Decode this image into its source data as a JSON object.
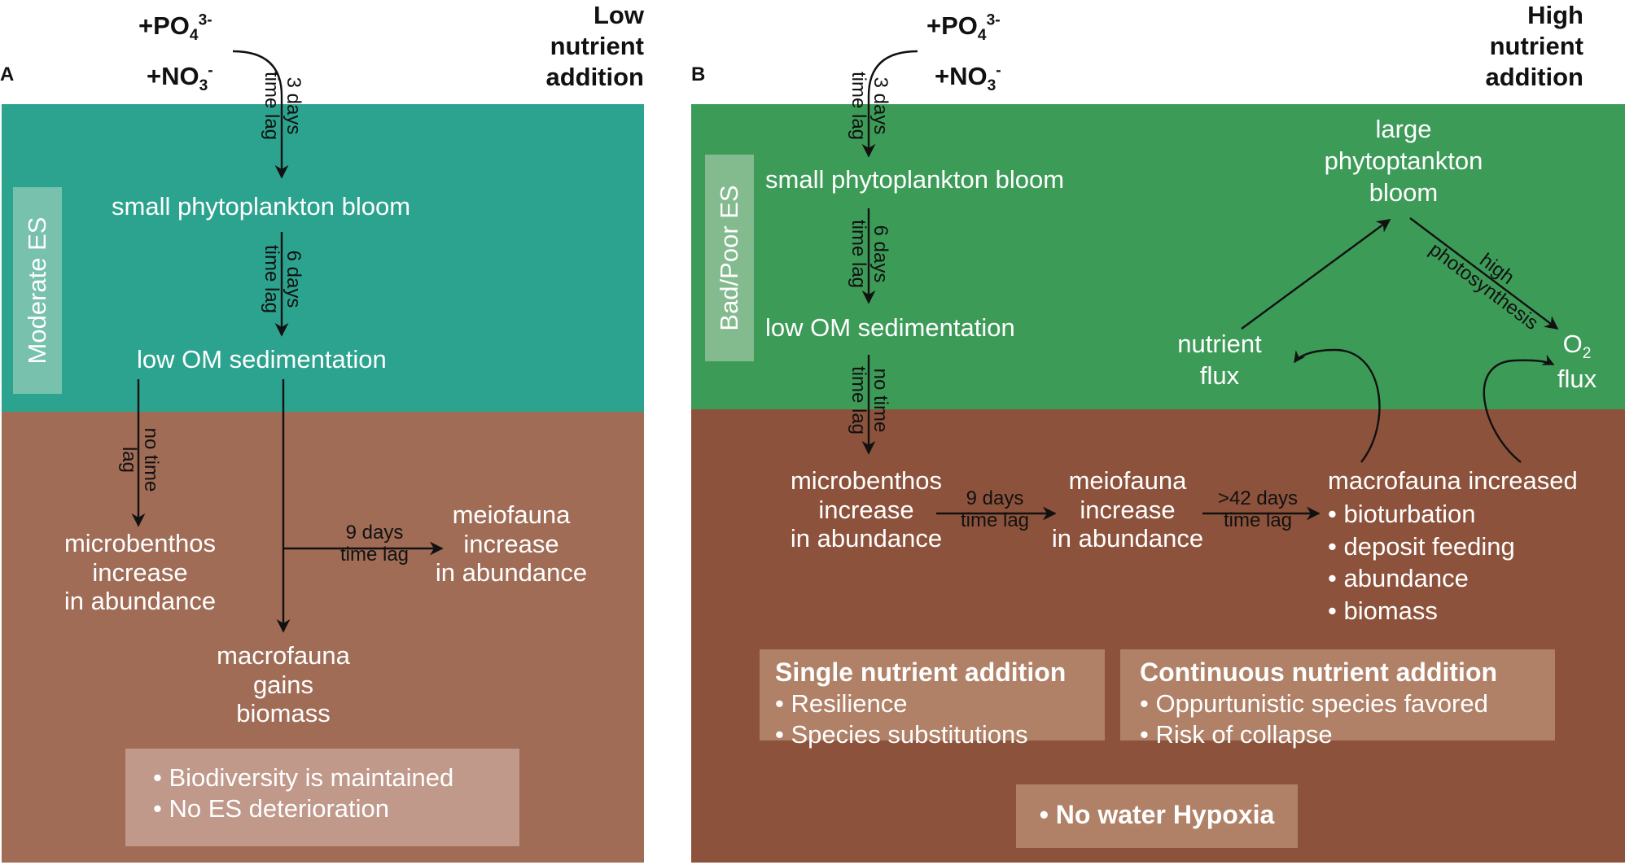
{
  "colors": {
    "panel_a_water": "#2ca38e",
    "panel_a_sediment": "#a06c56",
    "panel_b_water": "#3d9b58",
    "panel_b_sediment": "#8d523b",
    "box_a": "#c0998a",
    "box_b": "#b08167",
    "es_label_a": "#77c1ad",
    "es_label_b": "#83ba8e",
    "arrow": "#111111"
  },
  "panel_a": {
    "letter": "A",
    "title": "Low\nnutrient\naddition",
    "input_phosphate": "+PO",
    "phosphate_sub": "4",
    "phosphate_sup": "3-",
    "input_nitrate": "+NO",
    "nitrate_sub": "3",
    "nitrate_sup": "-",
    "es_label": "Moderate ES",
    "lag_1": "3 days\ntime lag",
    "bloom": "small phytoplankton bloom",
    "lag_2": "6 days\ntime lag",
    "sedimentation": "low OM sedimentation",
    "lag_3": "no time\nlag",
    "microbenthos": "microbenthos\nincrease\nin abundance",
    "lag_4": "9 days\ntime lag",
    "meiofauna": "meiofauna\nincrease\nin abundance",
    "macrofauna": "macrofauna\ngains\nbiomass",
    "summary": [
      "• Biodiversity is maintained",
      "• No ES deterioration"
    ]
  },
  "panel_b": {
    "letter": "B",
    "title": "High\nnutrient\naddition",
    "input_phosphate": "+PO",
    "phosphate_sub": "4",
    "phosphate_sup": "3-",
    "input_nitrate": "+NO",
    "nitrate_sub": "3",
    "nitrate_sup": "-",
    "es_label": "Bad/Poor ES",
    "lag_1": "3 days\ntime lag",
    "bloom": "small phytoplankton bloom",
    "lag_2": "6 days\ntime lag",
    "sedimentation": "low OM sedimentation",
    "lag_3": "no time\ntime lag",
    "microbenthos": "microbenthos\nincrease\nin abundance",
    "lag_4": "9 days\ntime lag",
    "meiofauna": "meiofauna\nincrease\nin abundance",
    "lag_5": ">42 days\ntime lag",
    "macrofauna_title": "macrofauna increased",
    "macrofauna_items": [
      "• bioturbation",
      "• deposit feeding",
      "• abundance",
      "• biomass"
    ],
    "large_bloom": "large\nphytoptankton\nbloom",
    "photosynthesis": "high\nphotosynthesis",
    "nutrient_flux": "nutrient\nflux",
    "o2": "O",
    "o2_sub": "2",
    "o2_flux": "flux",
    "single_box": {
      "title": "Single nutrient addition",
      "items": [
        "• Resilience",
        "• Species substitutions"
      ]
    },
    "continuous_box": {
      "title": "Continuous nutrient addition",
      "items": [
        "• Oppurtunistic species favored",
        "• Risk of collapse"
      ]
    },
    "hypoxia": "• No water Hypoxia"
  }
}
